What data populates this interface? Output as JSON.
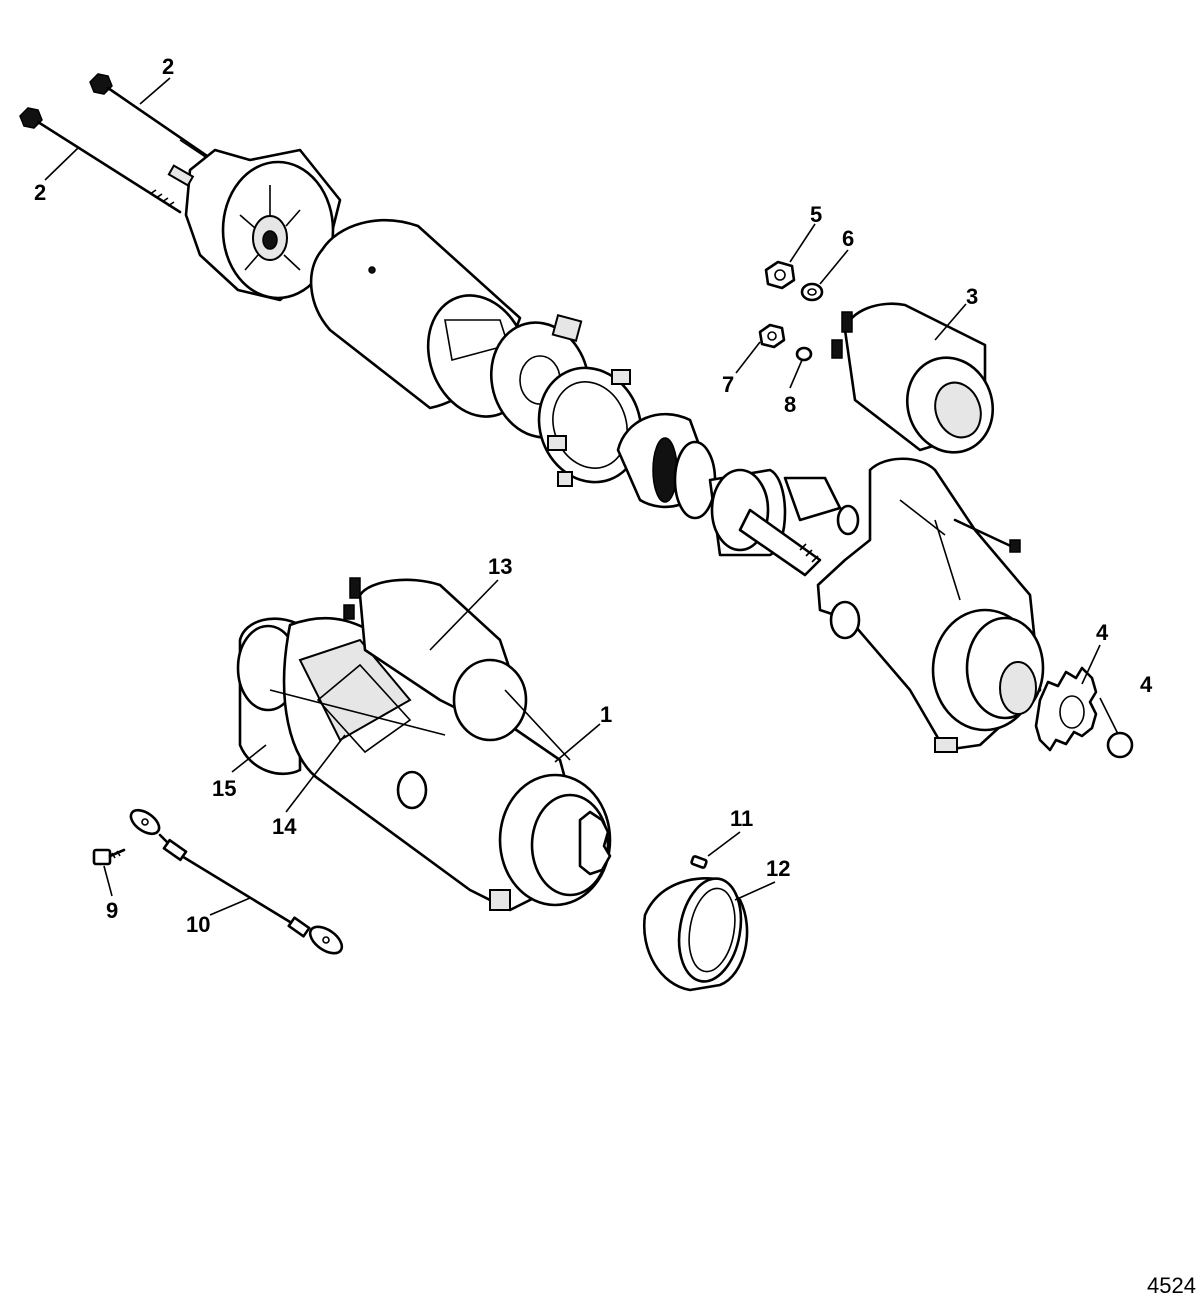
{
  "figure_number": "4524",
  "callouts": {
    "c1": "1",
    "c2a": "2",
    "c2b": "2",
    "c3": "3",
    "c4a": "4",
    "c4b": "4",
    "c5": "5",
    "c6": "6",
    "c7": "7",
    "c8": "8",
    "c9": "9",
    "c10": "10",
    "c11": "11",
    "c12": "12",
    "c13": "13",
    "c14": "14",
    "c15": "15"
  },
  "icons": {
    "starter_motor": "starter-motor-icon",
    "gear": "pinion-gear-icon",
    "cable": "ground-cable-icon"
  }
}
